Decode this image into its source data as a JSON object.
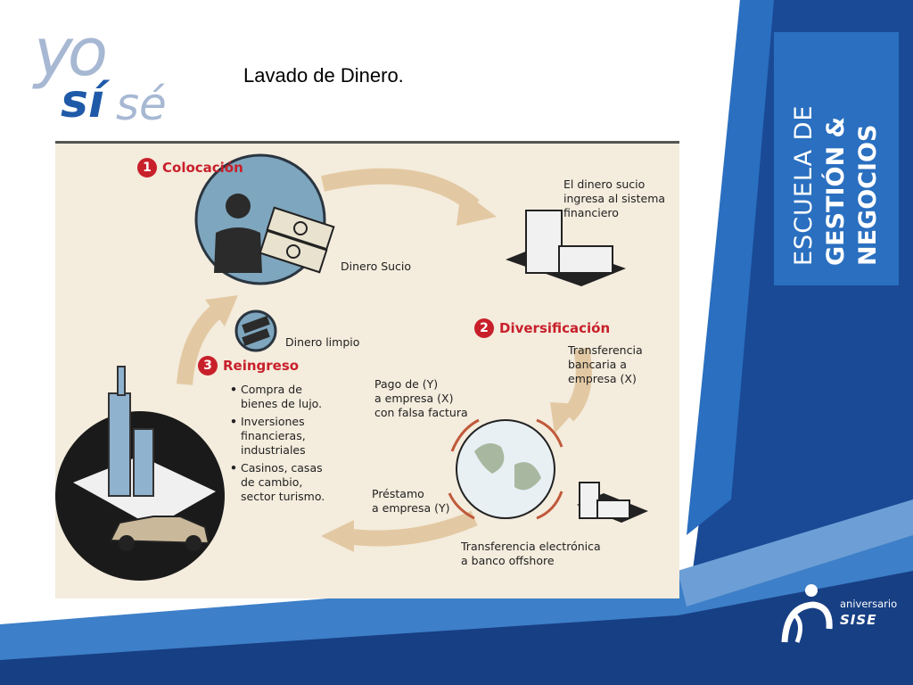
{
  "slide": {
    "title": "Lavado de Dinero.",
    "logo": {
      "yo": "yo",
      "si": "sí",
      "se": "sé"
    },
    "school": {
      "line1": "ESCUELA DE",
      "line2": "GESTIÓN &",
      "line3": "NEGOCIOS"
    },
    "anniversary": {
      "word": "aniversario",
      "brand": "SISE"
    }
  },
  "diagram": {
    "steps": [
      {
        "number": "1",
        "name": "Colocación"
      },
      {
        "number": "2",
        "name": "Diversificación"
      },
      {
        "number": "3",
        "name": "Reingreso"
      }
    ],
    "labels": {
      "dirty_money": "Dinero Sucio",
      "enters_line1": "El dinero sucio",
      "enters_line2": "ingresa al sistema",
      "enters_line3": "financiero",
      "clean_money": "Dinero limpio",
      "transfer_line1": "Transferencia",
      "transfer_line2": "bancaria a",
      "transfer_line3": "empresa (X)",
      "payment_line1": "Pago de (Y)",
      "payment_line2": "a empresa (X)",
      "payment_line3": "con falsa factura",
      "loan_line1": "Préstamo",
      "loan_line2": "a empresa (Y)",
      "offshore_line1": "Transferencia electrónica",
      "offshore_line2": "a banco offshore"
    },
    "reingreso_items": [
      {
        "l1": "Compra de",
        "l2": "bienes de lujo.",
        "l3": ""
      },
      {
        "l1": "Inversiones",
        "l2": "financieras,",
        "l3": "industriales"
      },
      {
        "l1": "Casinos, casas",
        "l2": "de cambio,",
        "l3": "sector turismo."
      }
    ]
  },
  "colors": {
    "accent_red": "#c8202b",
    "brand_blue": "#1f5aa8",
    "dark_blue": "#173f84",
    "arrow_tan": "#e3c9a3",
    "diagram_bg": "#f4ecdd"
  }
}
